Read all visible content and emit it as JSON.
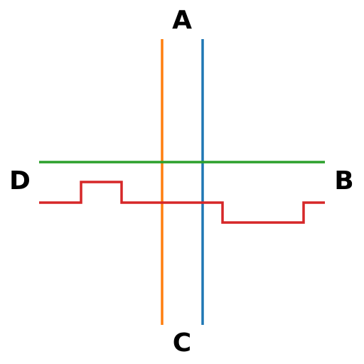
{
  "labels": {
    "top": "A",
    "right": "B",
    "bottom": "C",
    "left": "D"
  },
  "lines": [
    {
      "name": "orange-vertical-line",
      "color": "#ff7f0e"
    },
    {
      "name": "blue-vertical-line",
      "color": "#1f77b4"
    },
    {
      "name": "green-horizontal-line",
      "color": "#2ca02c"
    },
    {
      "name": "red-step-line",
      "color": "#d62728"
    }
  ]
}
